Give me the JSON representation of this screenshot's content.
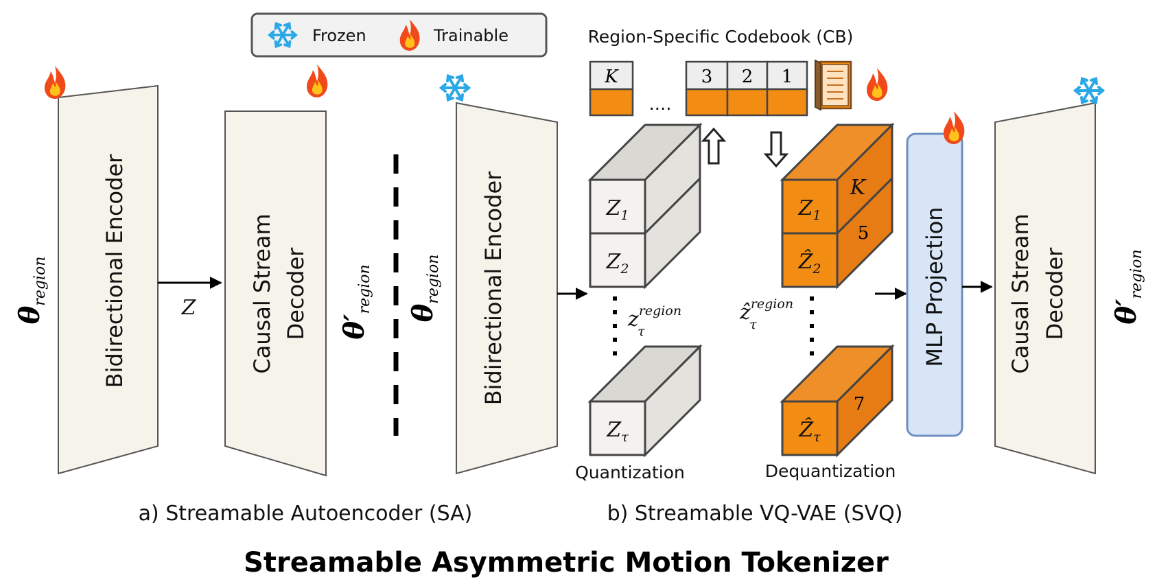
{
  "legend": {
    "frozen_label": "Frozen",
    "trainable_label": "Trainable"
  },
  "codebook": {
    "title": "Region-Specific Codebook (CB)",
    "entries": [
      "K",
      "3",
      "2",
      "1"
    ],
    "ellipsis": "...."
  },
  "part_a": {
    "encoder_label": "Bidirectional Encoder",
    "decoder_line1": "Causal  Stream",
    "decoder_line2": "Decoder",
    "input_symbol": "θ",
    "input_sub": "region",
    "latent_symbol": "Z",
    "output_symbol": "θ′",
    "output_sub": "region",
    "caption": "a) Streamable Autoencoder (SA)"
  },
  "part_b": {
    "encoder_label": "Bidirectional Encoder",
    "input_symbol": "θ",
    "input_sub": "region",
    "quant_blocks": [
      {
        "main": "Z",
        "sub": "1"
      },
      {
        "main": "Z",
        "sub": "2"
      },
      {
        "main": "Z",
        "sub": "τ"
      }
    ],
    "quant_latent": {
      "main": "z",
      "sub": "τ",
      "sup": "region"
    },
    "quant_label": "Quantization",
    "dequant_blocks": [
      {
        "main": "Z",
        "sub": "1",
        "index": "K"
      },
      {
        "main": "Ẑ",
        "sub": "2",
        "index": "5"
      },
      {
        "main": "Ẑ",
        "sub": "τ",
        "index": "7"
      }
    ],
    "dequant_latent": {
      "main": "ẑ",
      "sub": "τ",
      "sup": "region"
    },
    "dequant_label": "Dequantization",
    "mlp_label": "MLP Projection",
    "decoder_line1": "Causal  Stream",
    "decoder_line2": "Decoder",
    "output_symbol": "θ′",
    "output_sub": "region",
    "caption": "b) Streamable VQ-VAE (SVQ)"
  },
  "title": "Streamable Asymmetric Motion Tokenizer",
  "colors": {
    "panel_fill": "#f6f3ea",
    "orange": "#f28c12",
    "mlp_fill": "#d7e5f7",
    "mlp_border": "#6d8fc0",
    "frost": "#2aa7e6",
    "flame": "#f0491a"
  },
  "icons": {
    "frozen": "snowflake-icon",
    "trainable": "flame-icon",
    "codebook": "book-icon"
  }
}
